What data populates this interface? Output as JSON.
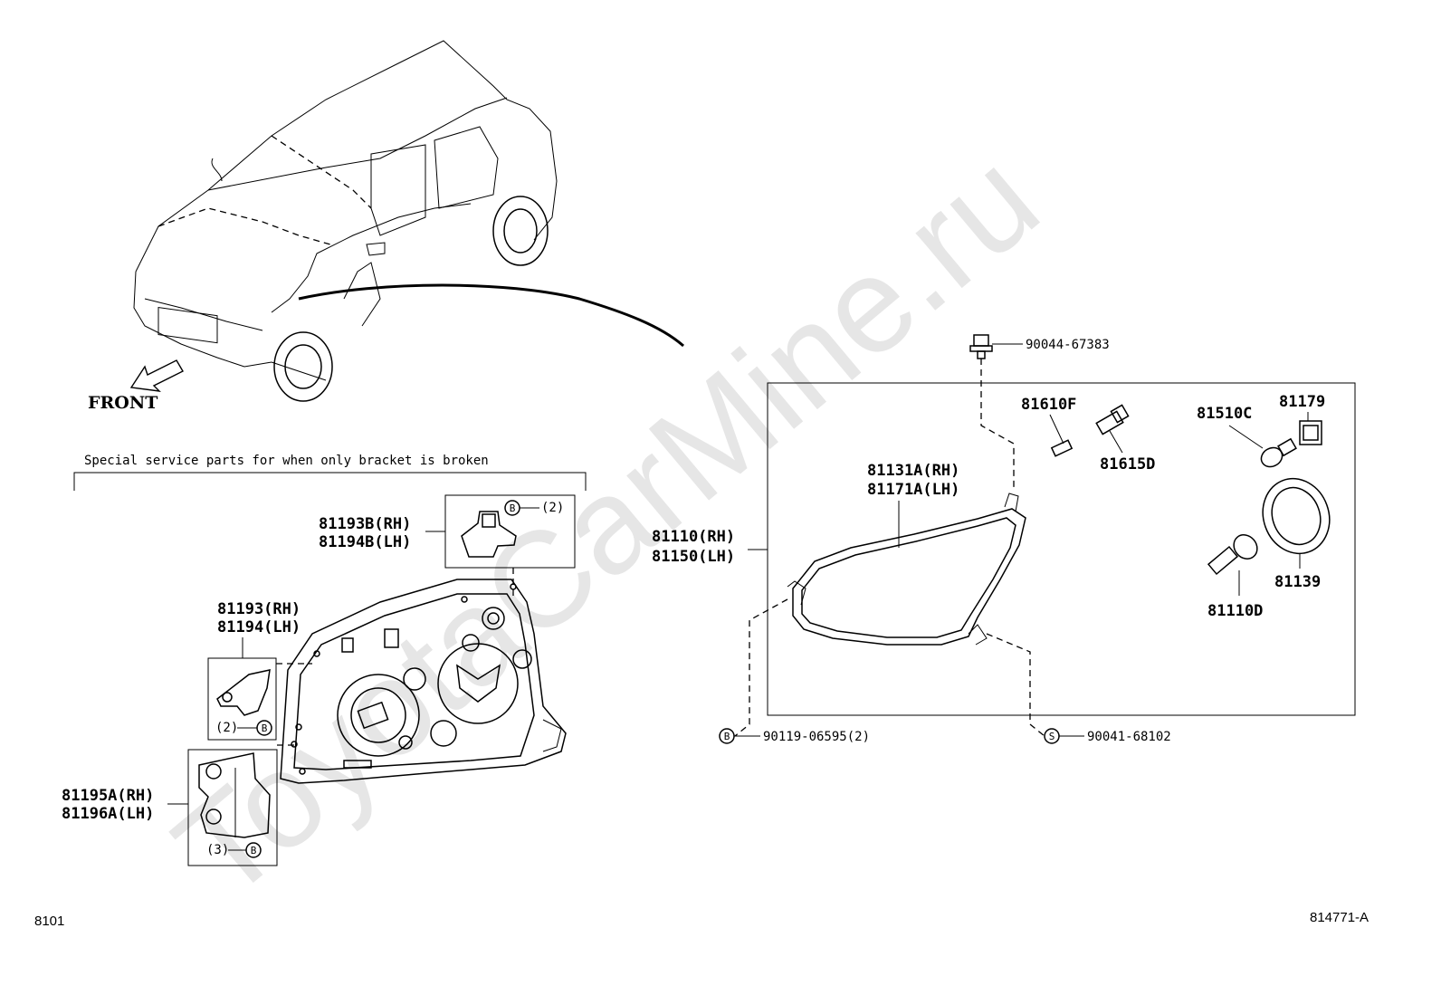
{
  "watermark": "ToyotaCarMine.ru",
  "front_label": "FRONT",
  "note": "Special service parts for when only bracket is broken",
  "footer": {
    "left_code": "8101",
    "right_code": "814771-A"
  },
  "markers": {
    "b": "B",
    "s": "S"
  },
  "labels": {
    "p90044": "90044-67383",
    "p81610f": "81610F",
    "p81615d": "81615D",
    "p81510c": "81510C",
    "p81179": "81179",
    "p81131a": "81131A(RH)",
    "p81171a": "81171A(LH)",
    "p81110": "81110(RH)",
    "p81150": "81150(LH)",
    "p81139": "81139",
    "p81110d": "81110D",
    "p90119": "90119-06595(2)",
    "p90041": "90041-68102",
    "p81193b": "81193B(RH)",
    "p81194b": "81194B(LH)",
    "p81193b_qty": "(2)",
    "p81193": "81193(RH)",
    "p81194": "81194(LH)",
    "p81193_qty": "(2)",
    "p81195a": "81195A(RH)",
    "p81196a": "81196A(LH)",
    "p81195a_qty": "(3)"
  }
}
